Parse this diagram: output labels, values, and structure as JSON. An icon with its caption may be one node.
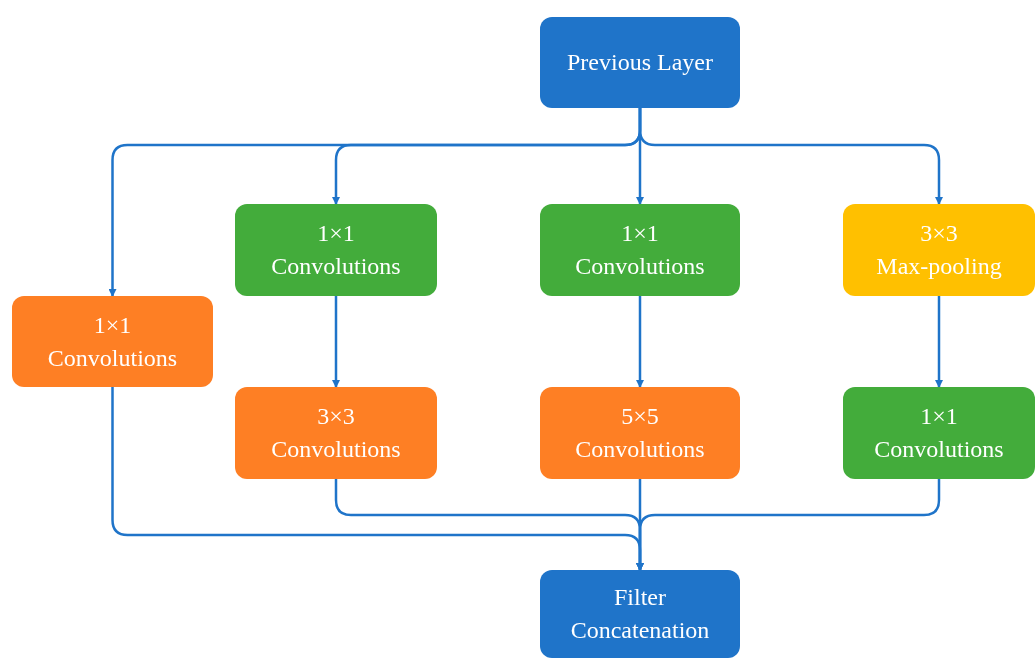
{
  "diagram": {
    "nodes": [
      {
        "text": [
          "Previous Layer"
        ]
      },
      {
        "text": [
          "1×1 Convolutions"
        ]
      },
      {
        "text": [
          "1×1 Convolutions"
        ]
      },
      {
        "text": [
          "1×1 Convolutions"
        ]
      },
      {
        "text": [
          "3×3 Max-pooling"
        ]
      },
      {
        "text": [
          "3×3 Convolutions"
        ]
      },
      {
        "text": [
          "5×5 Convolutions"
        ]
      },
      {
        "text": [
          "1×1 Convolutions"
        ]
      },
      {
        "text": [
          "Filter Concatenation"
        ]
      }
    ],
    "edges": [
      {
        "from": 0,
        "to": 1,
        "arrow": "to"
      },
      {
        "from": 0,
        "to": 2,
        "arrow": "to"
      },
      {
        "from": 0,
        "to": 3,
        "arrow": "to"
      },
      {
        "from": 0,
        "to": 4,
        "arrow": "to"
      },
      {
        "from": 2,
        "to": 5,
        "arrow": "to"
      },
      {
        "from": 3,
        "to": 6,
        "arrow": "to"
      },
      {
        "from": 4,
        "to": 7,
        "arrow": "to"
      },
      {
        "from": 1,
        "to": 8,
        "arrow": "to"
      },
      {
        "from": 5,
        "to": 8,
        "arrow": "to"
      },
      {
        "from": 6,
        "to": 8,
        "arrow": "to"
      },
      {
        "from": 7,
        "to": 8,
        "arrow": "to"
      }
    ]
  }
}
